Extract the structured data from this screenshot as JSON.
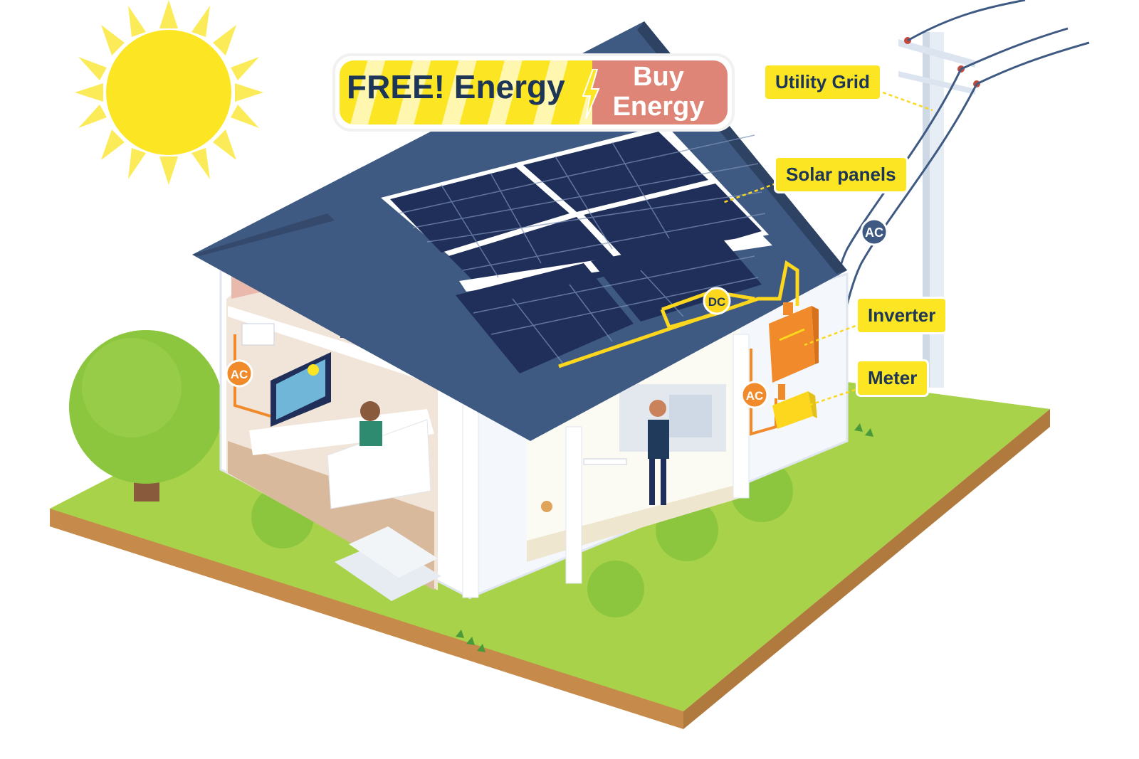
{
  "banner": {
    "free_label": "FREE! Energy",
    "buy_label_line1": "Buy",
    "buy_label_line2": "Energy"
  },
  "callouts": {
    "utility_grid": "Utility Grid",
    "solar_panels": "Solar panels",
    "inverter": "Inverter",
    "meter": "Meter"
  },
  "badges": {
    "ac_grid": "AC",
    "dc": "DC",
    "ac_indoor": "AC",
    "ac_meter": "AC"
  },
  "colors": {
    "sun": "#fce522",
    "roof": "#3f5a82",
    "panel": "#1f2f5a",
    "wire": "#fcd71e",
    "inverter": "#f08a2a",
    "grass": "#a8d24a",
    "ground_edge": "#c68a4a",
    "tree": "#8cc63f",
    "wall": "#f4f7fb",
    "label": "#fce522",
    "label_text": "#1d3557",
    "ac_badge": "#f08a2a",
    "grid_badge": "#3f5a82"
  }
}
